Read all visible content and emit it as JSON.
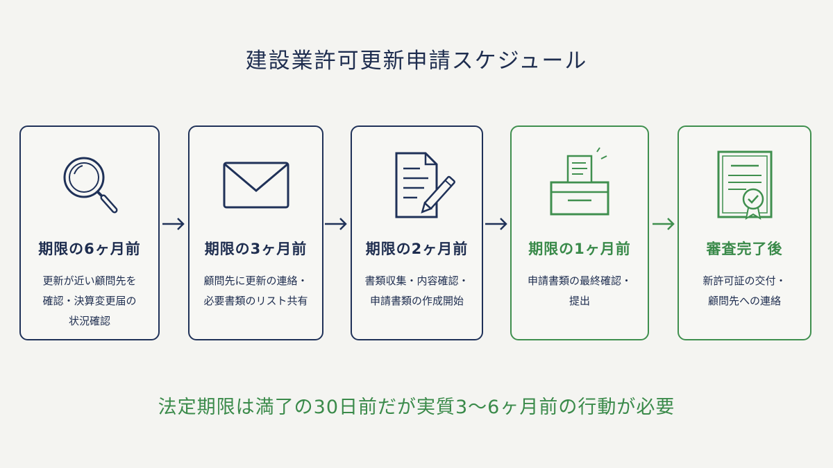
{
  "title": "建設業許可更新申請スケジュール",
  "colors": {
    "navy": "#1f3158",
    "green": "#3f8f4e",
    "background": "#f4f4f1"
  },
  "steps": [
    {
      "icon": "magnifier-icon",
      "heading": "期限の6ヶ月前",
      "lines": [
        "更新が近い顧問先を",
        "確認・決算変更届の",
        "状況確認"
      ]
    },
    {
      "icon": "envelope-icon",
      "heading": "期限の3ヶ月前",
      "lines": [
        "顧問先に更新の連絡・",
        "必要書類のリスト共有"
      ]
    },
    {
      "icon": "document-pencil-icon",
      "heading": "期限の2ヶ月前",
      "lines": [
        "書類収集・内容確認・",
        "申請書類の作成開始"
      ]
    },
    {
      "icon": "submission-box-icon",
      "heading": "期限の1ヶ月前",
      "lines": [
        "申請書類の最終確認・",
        "提出"
      ]
    },
    {
      "icon": "certificate-icon",
      "heading": "審査完了後",
      "lines": [
        "新許可証の交付・",
        "顧問先への連絡"
      ]
    }
  ],
  "footer": "法定期限は満了の30日前だが実質3〜6ヶ月前の行動が必要"
}
